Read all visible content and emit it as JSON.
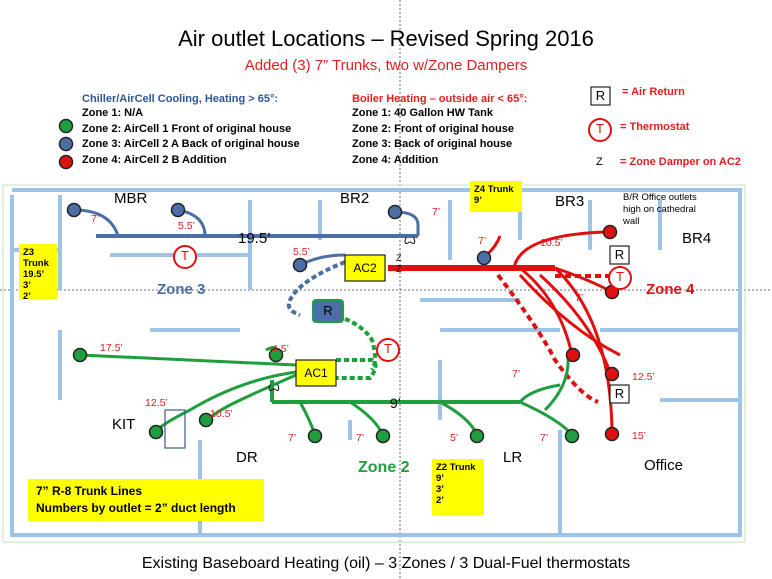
{
  "header": {
    "title": "Air outlet Locations – Revised Spring 2016",
    "subtitle": "Added (3) 7” Trunks, two w/Zone Dampers"
  },
  "legend_cooling": {
    "heading": "Chiller/AirCell Cooling, Heating > 65°:",
    "zone1": "Zone 1:  N/A",
    "zone2": "Zone 2: AirCell 1 Front of original house",
    "zone3": "Zone 3:  AirCell 2 A Back of original house",
    "zone4": "Zone 4:  AirCell 2 B Addition"
  },
  "legend_boiler": {
    "heading": "Boiler Heating – outside air < 65°:",
    "zone1": "Zone 1:  40 Gallon HW Tank",
    "zone2": "Zone 2:  Front of original house",
    "zone3": "Zone 3:  Back of original house",
    "zone4": "Zone 4:   Addition"
  },
  "symbols": {
    "air_return_glyph": "R",
    "air_return_label": "= Air Return",
    "thermostat_glyph": "T",
    "thermostat_label": "= Thermostat",
    "damper_glyph": "Z",
    "damper_label": "= Zone Damper on AC2"
  },
  "rooms": {
    "mbr": "MBR",
    "br2": "BR2",
    "br3": "BR3",
    "br4": "BR4",
    "kit": "KIT",
    "dr": "DR",
    "lr": "LR",
    "office": "Office",
    "office_note": "B/R Office outlets high on cathedral wall"
  },
  "zones": {
    "zone3": "Zone 3",
    "zone4": "Zone 4",
    "zone2": "Zone 2"
  },
  "units": {
    "ac1": "AC1",
    "ac2": "AC2",
    "return_r": "R",
    "therm_t": "T",
    "damper_z": "Z",
    "damper_z2": "Z",
    "joint_mark": "Ꙍ"
  },
  "trunk_boxes": {
    "z4": [
      "Z4 Trunk",
      "9’"
    ],
    "z3": [
      "Z3 Trunk",
      "19.5’",
      "3’",
      "2’"
    ],
    "z2": [
      "Z2 Trunk",
      "9’",
      "3’",
      "2’"
    ],
    "note": [
      "7” R-8 Trunk Lines",
      "Numbers by outlet = 2” duct length"
    ]
  },
  "duct_labels": {
    "mbr_left": "7’",
    "mbr_right": "5.5’",
    "z3_trunk": "19.5’",
    "br2_outlet": "7’",
    "z3_lower": "5.5’",
    "z4_upper": "7’",
    "z4_10_5": "10.5’",
    "z4_7_right": "7’",
    "kit_left": "17.5’",
    "ac1_4_5": "4.5’",
    "kit_12_5": "12.5’",
    "kit_10_5": "10.5’",
    "z2_trunk": "9’",
    "dr_7a": "7’",
    "dr_7b": "7’",
    "lr_5": "5’",
    "lr_7": "7’",
    "lr_7b": "7’",
    "off_12_5": "12.5’",
    "off_15": "15’"
  },
  "colors": {
    "zone2": "#1e9e3c",
    "zone3": "#4a6ea5",
    "zone4": "#e01010",
    "label_red": "#e02020",
    "wall": "#9dc3e6",
    "trunk_box": "#ffff00"
  },
  "footer": "Existing Baseboard Heating (oil) – 3  Zones / 3 Dual-Fuel thermostats"
}
